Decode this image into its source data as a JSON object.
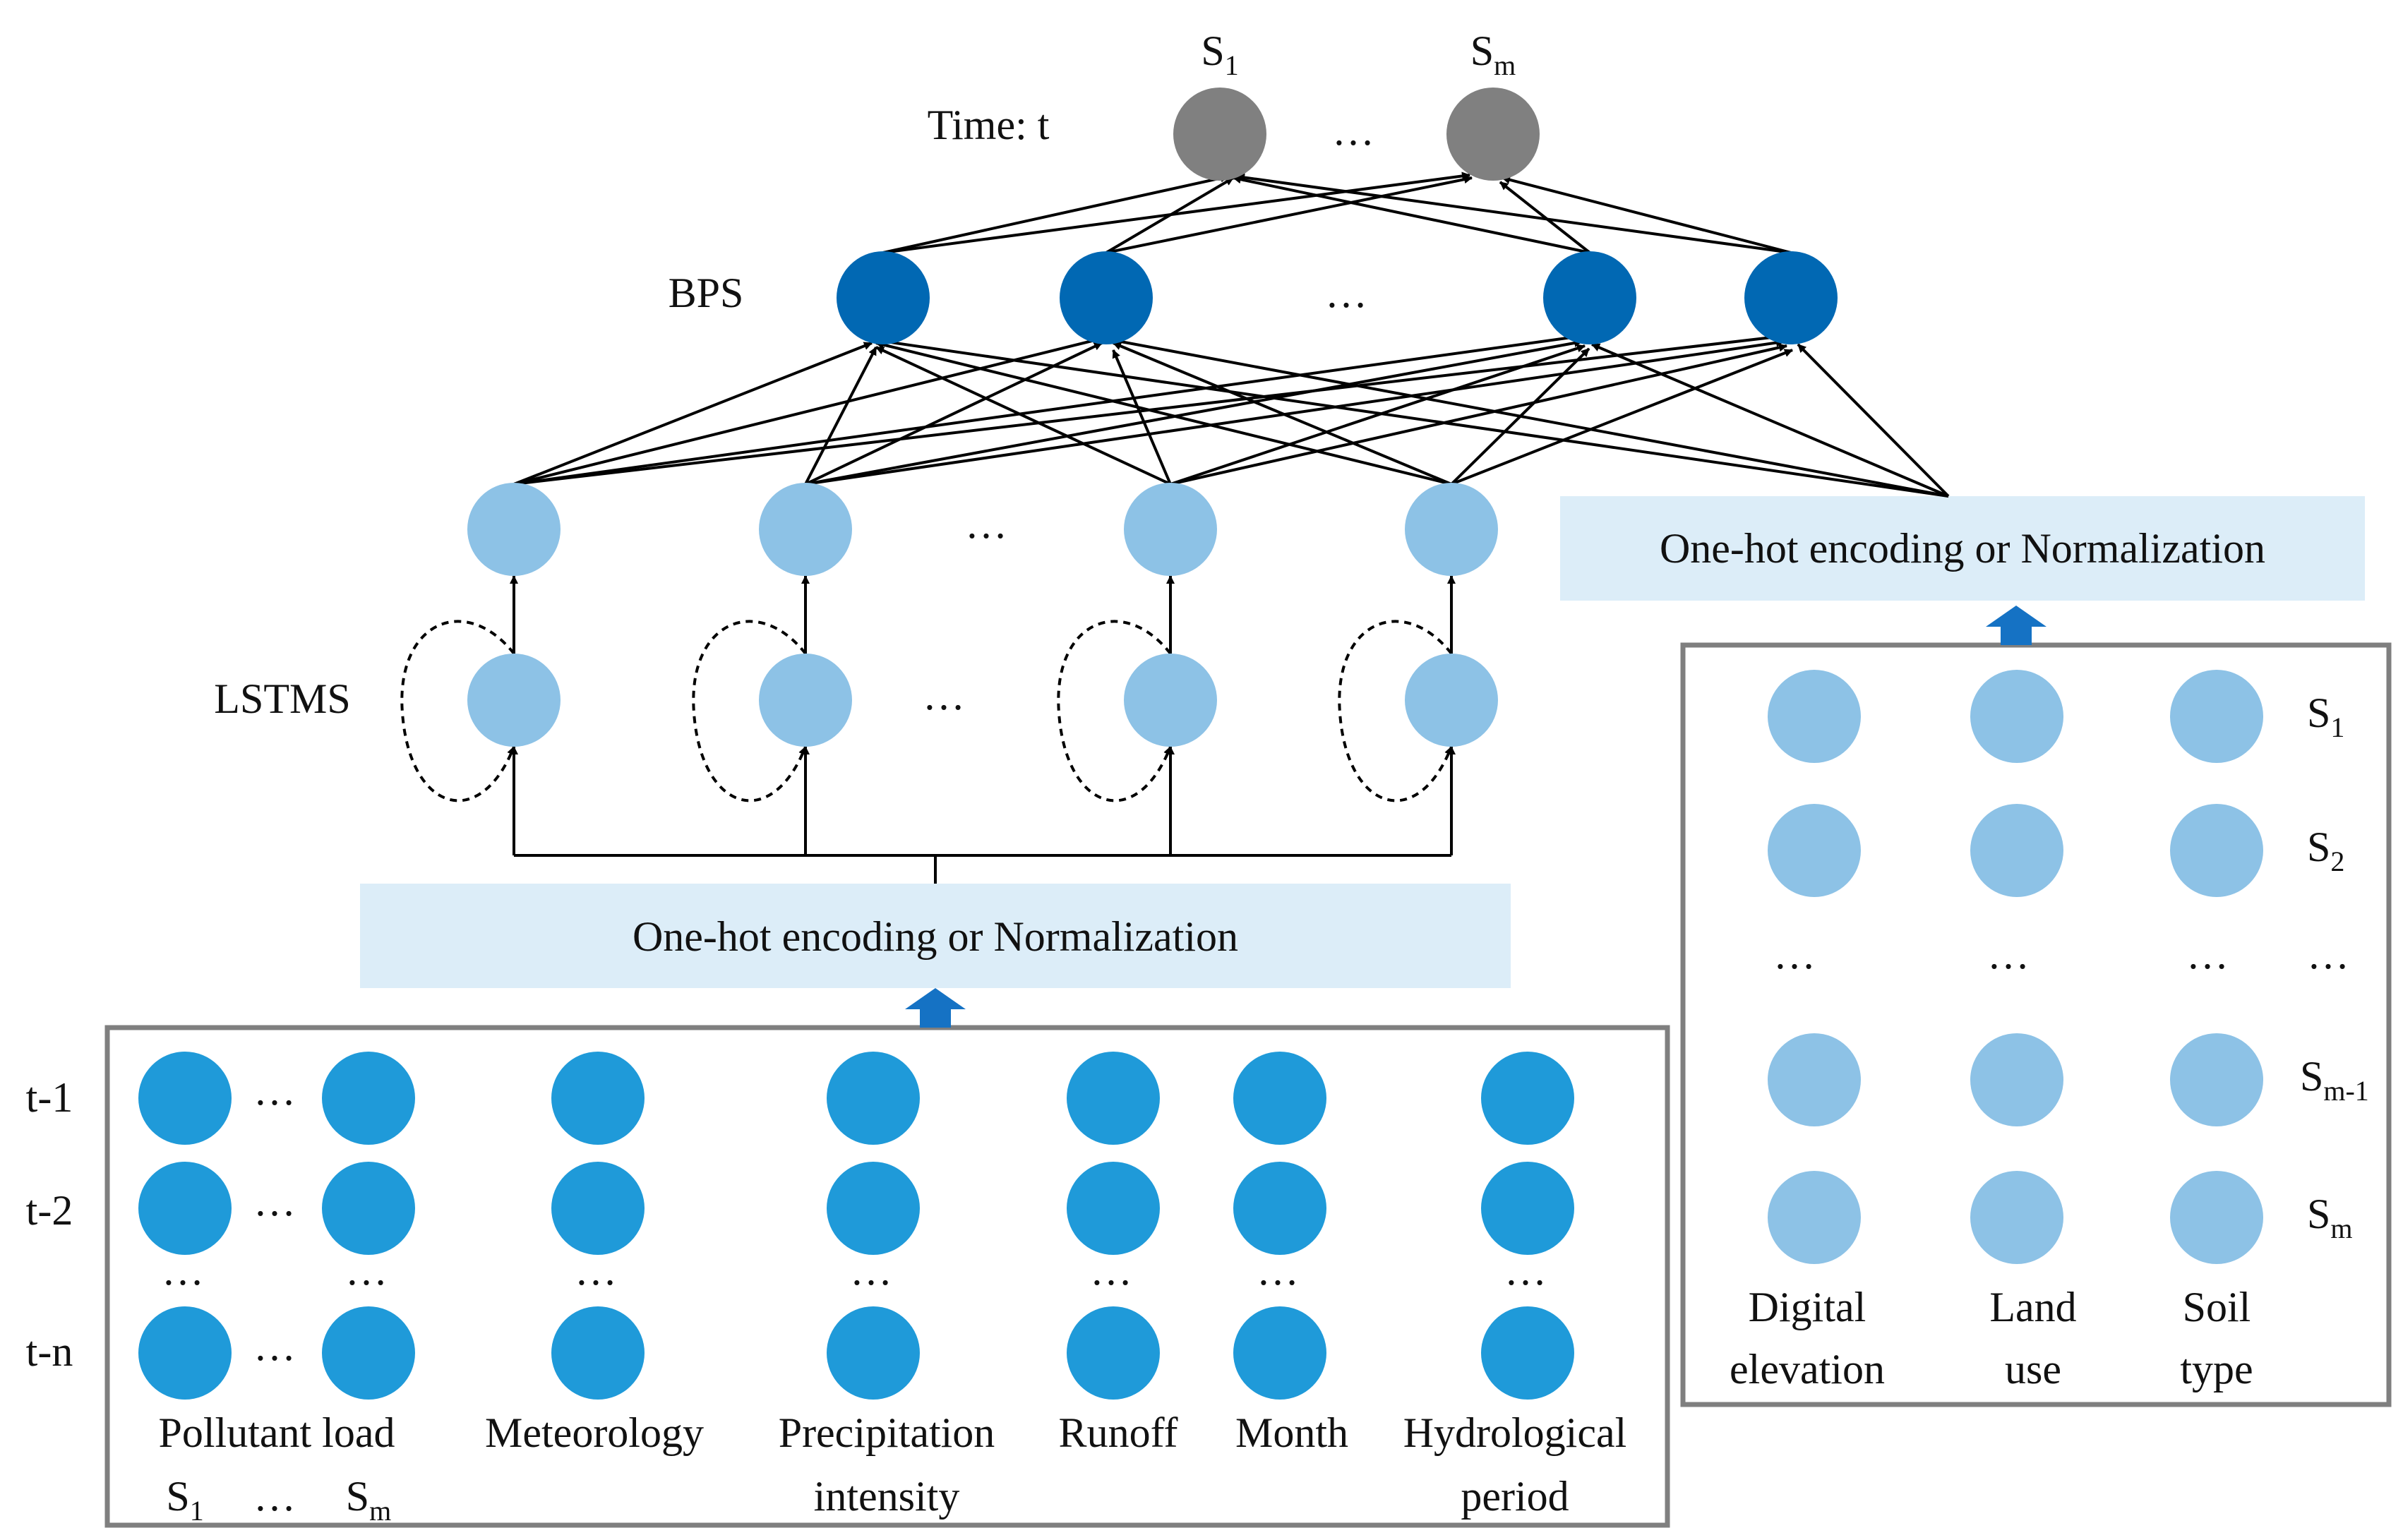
{
  "output_layer": {
    "time_label": "Time: t",
    "nodes": [
      {
        "main": "S",
        "sub": "1"
      },
      {
        "main": "S",
        "sub": "m"
      }
    ],
    "ellipsis": "…"
  },
  "bps_layer": {
    "label": "BPS",
    "ellipsis": "…"
  },
  "lstm_layer": {
    "label": "LSTMS",
    "ellipsis": "…"
  },
  "encoding": {
    "left": "One-hot encoding or Normalization",
    "right": "One-hot encoding or Normalization"
  },
  "temporal_inputs": {
    "rows": [
      "t-1",
      "t-2",
      "t-n"
    ],
    "ellipsis": "…",
    "groups": [
      {
        "line1": "Pollutant load",
        "line2_left": {
          "main": "S",
          "sub": "1"
        },
        "line2_mid": "…",
        "line2_right": {
          "main": "S",
          "sub": "m"
        }
      },
      {
        "line1": "Meteorology"
      },
      {
        "line1": "Precipitation",
        "line2": "intensity"
      },
      {
        "line1": "Runoff"
      },
      {
        "line1": "Month"
      },
      {
        "line1": "Hydrological",
        "line2": "period"
      }
    ]
  },
  "spatial_inputs": {
    "rows": [
      {
        "main": "S",
        "sub": "1"
      },
      {
        "main": "S",
        "sub": "2"
      },
      {
        "main": "…",
        "sub": ""
      },
      {
        "main": "S",
        "sub": "m-1"
      },
      {
        "main": "S",
        "sub": "m"
      }
    ],
    "ellipsis": "…",
    "columns": [
      {
        "line1": "Digital",
        "line2": "elevation"
      },
      {
        "line1": "Land",
        "line2": "use"
      },
      {
        "line1": "Soil",
        "line2": "type"
      }
    ]
  },
  "colors": {
    "output_node": "#808080",
    "bps_node": "#0168B3",
    "lstm_node": "#8DC2E6",
    "input_node": "#1F9AD9",
    "spatial_node": "#8DC2E6",
    "encoding_band": "#DCEDF8",
    "block_arrow": "#1572C4",
    "frame": "#7F7F7F"
  }
}
